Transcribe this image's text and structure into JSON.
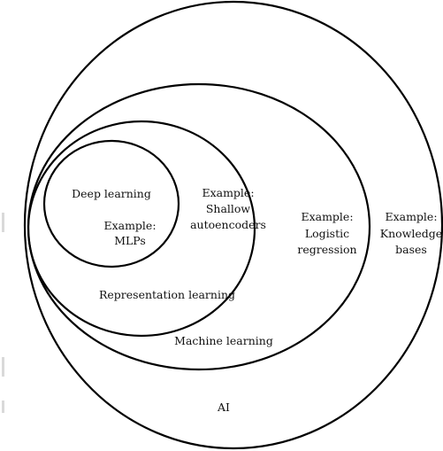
{
  "diagram": {
    "sets": [
      {
        "id": "ai",
        "label": "AI",
        "example": [
          "Example:",
          "Knowledge",
          "bases"
        ]
      },
      {
        "id": "machine-learning",
        "label": "Machine learning",
        "example": [
          "Example:",
          "Logistic",
          "regression"
        ]
      },
      {
        "id": "representation-learning",
        "label": "Representation learning",
        "example": [
          "Example:",
          "Shallow",
          "autoencoders"
        ]
      },
      {
        "id": "deep-learning",
        "label": "Deep learning",
        "example": [
          "Example:",
          "MLPs"
        ]
      }
    ]
  }
}
